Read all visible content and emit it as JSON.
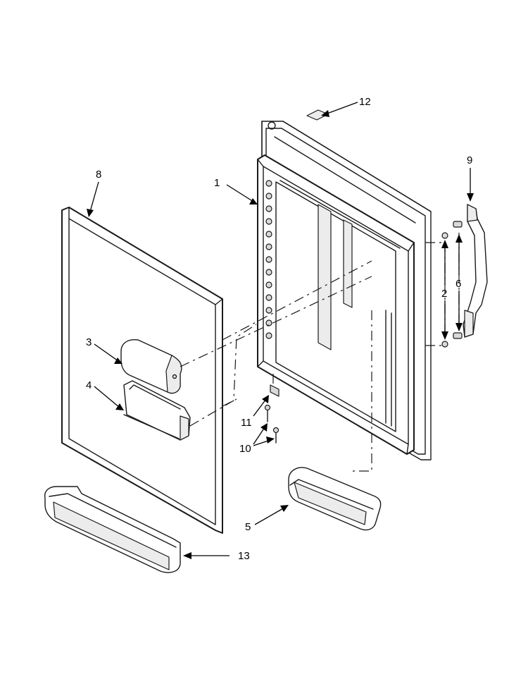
{
  "callouts": {
    "c1": "1",
    "c2": "2",
    "c3": "3",
    "c4": "4",
    "c5": "5",
    "c6": "6",
    "c8": "8",
    "c9": "9",
    "c10": "10",
    "c11": "11",
    "c12": "12",
    "c13": "13"
  },
  "colors": {
    "line": "#1a1a1a",
    "shade": "#d9d9d9",
    "background": "#ffffff"
  }
}
